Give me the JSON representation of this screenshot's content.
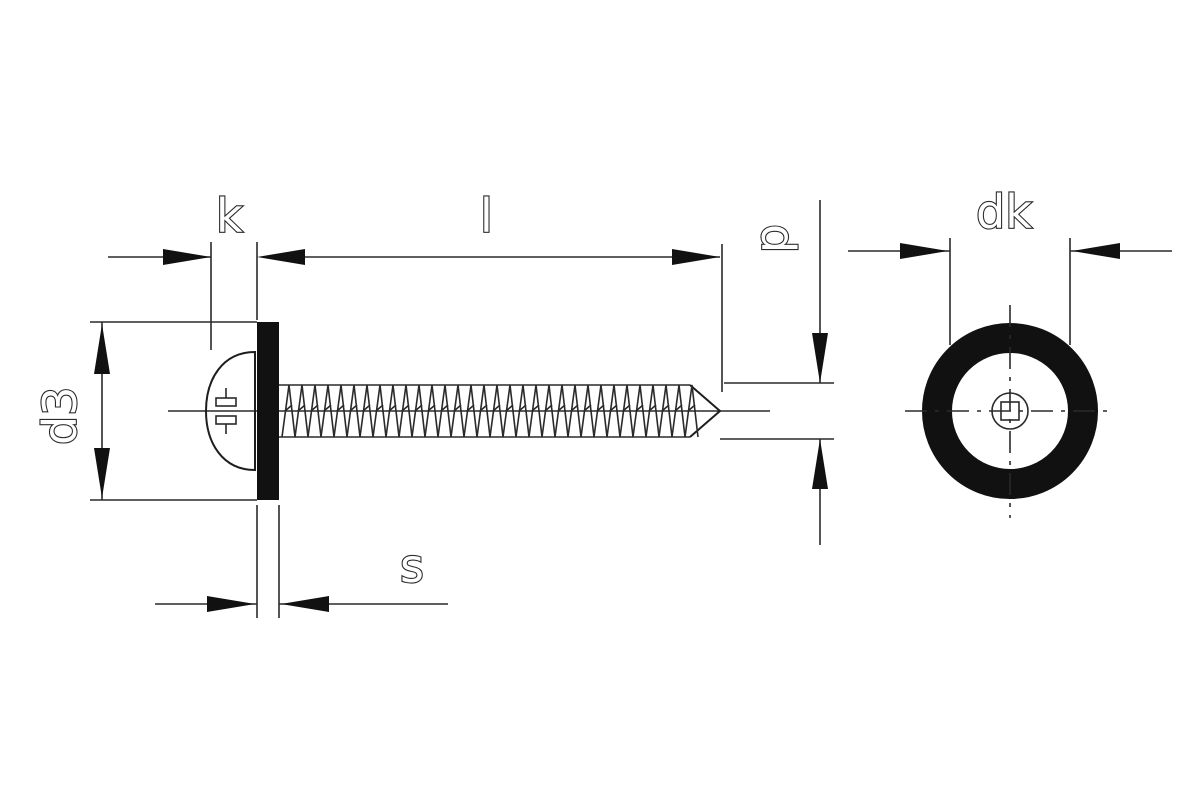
{
  "diagram": {
    "labels": {
      "k": "k",
      "l": "l",
      "d": "d",
      "dk": "dk",
      "d3": "d3",
      "s": "s"
    },
    "colors": {
      "line": "#1e1e1e",
      "fill_dark": "#111111",
      "background": "#ffffff"
    }
  }
}
